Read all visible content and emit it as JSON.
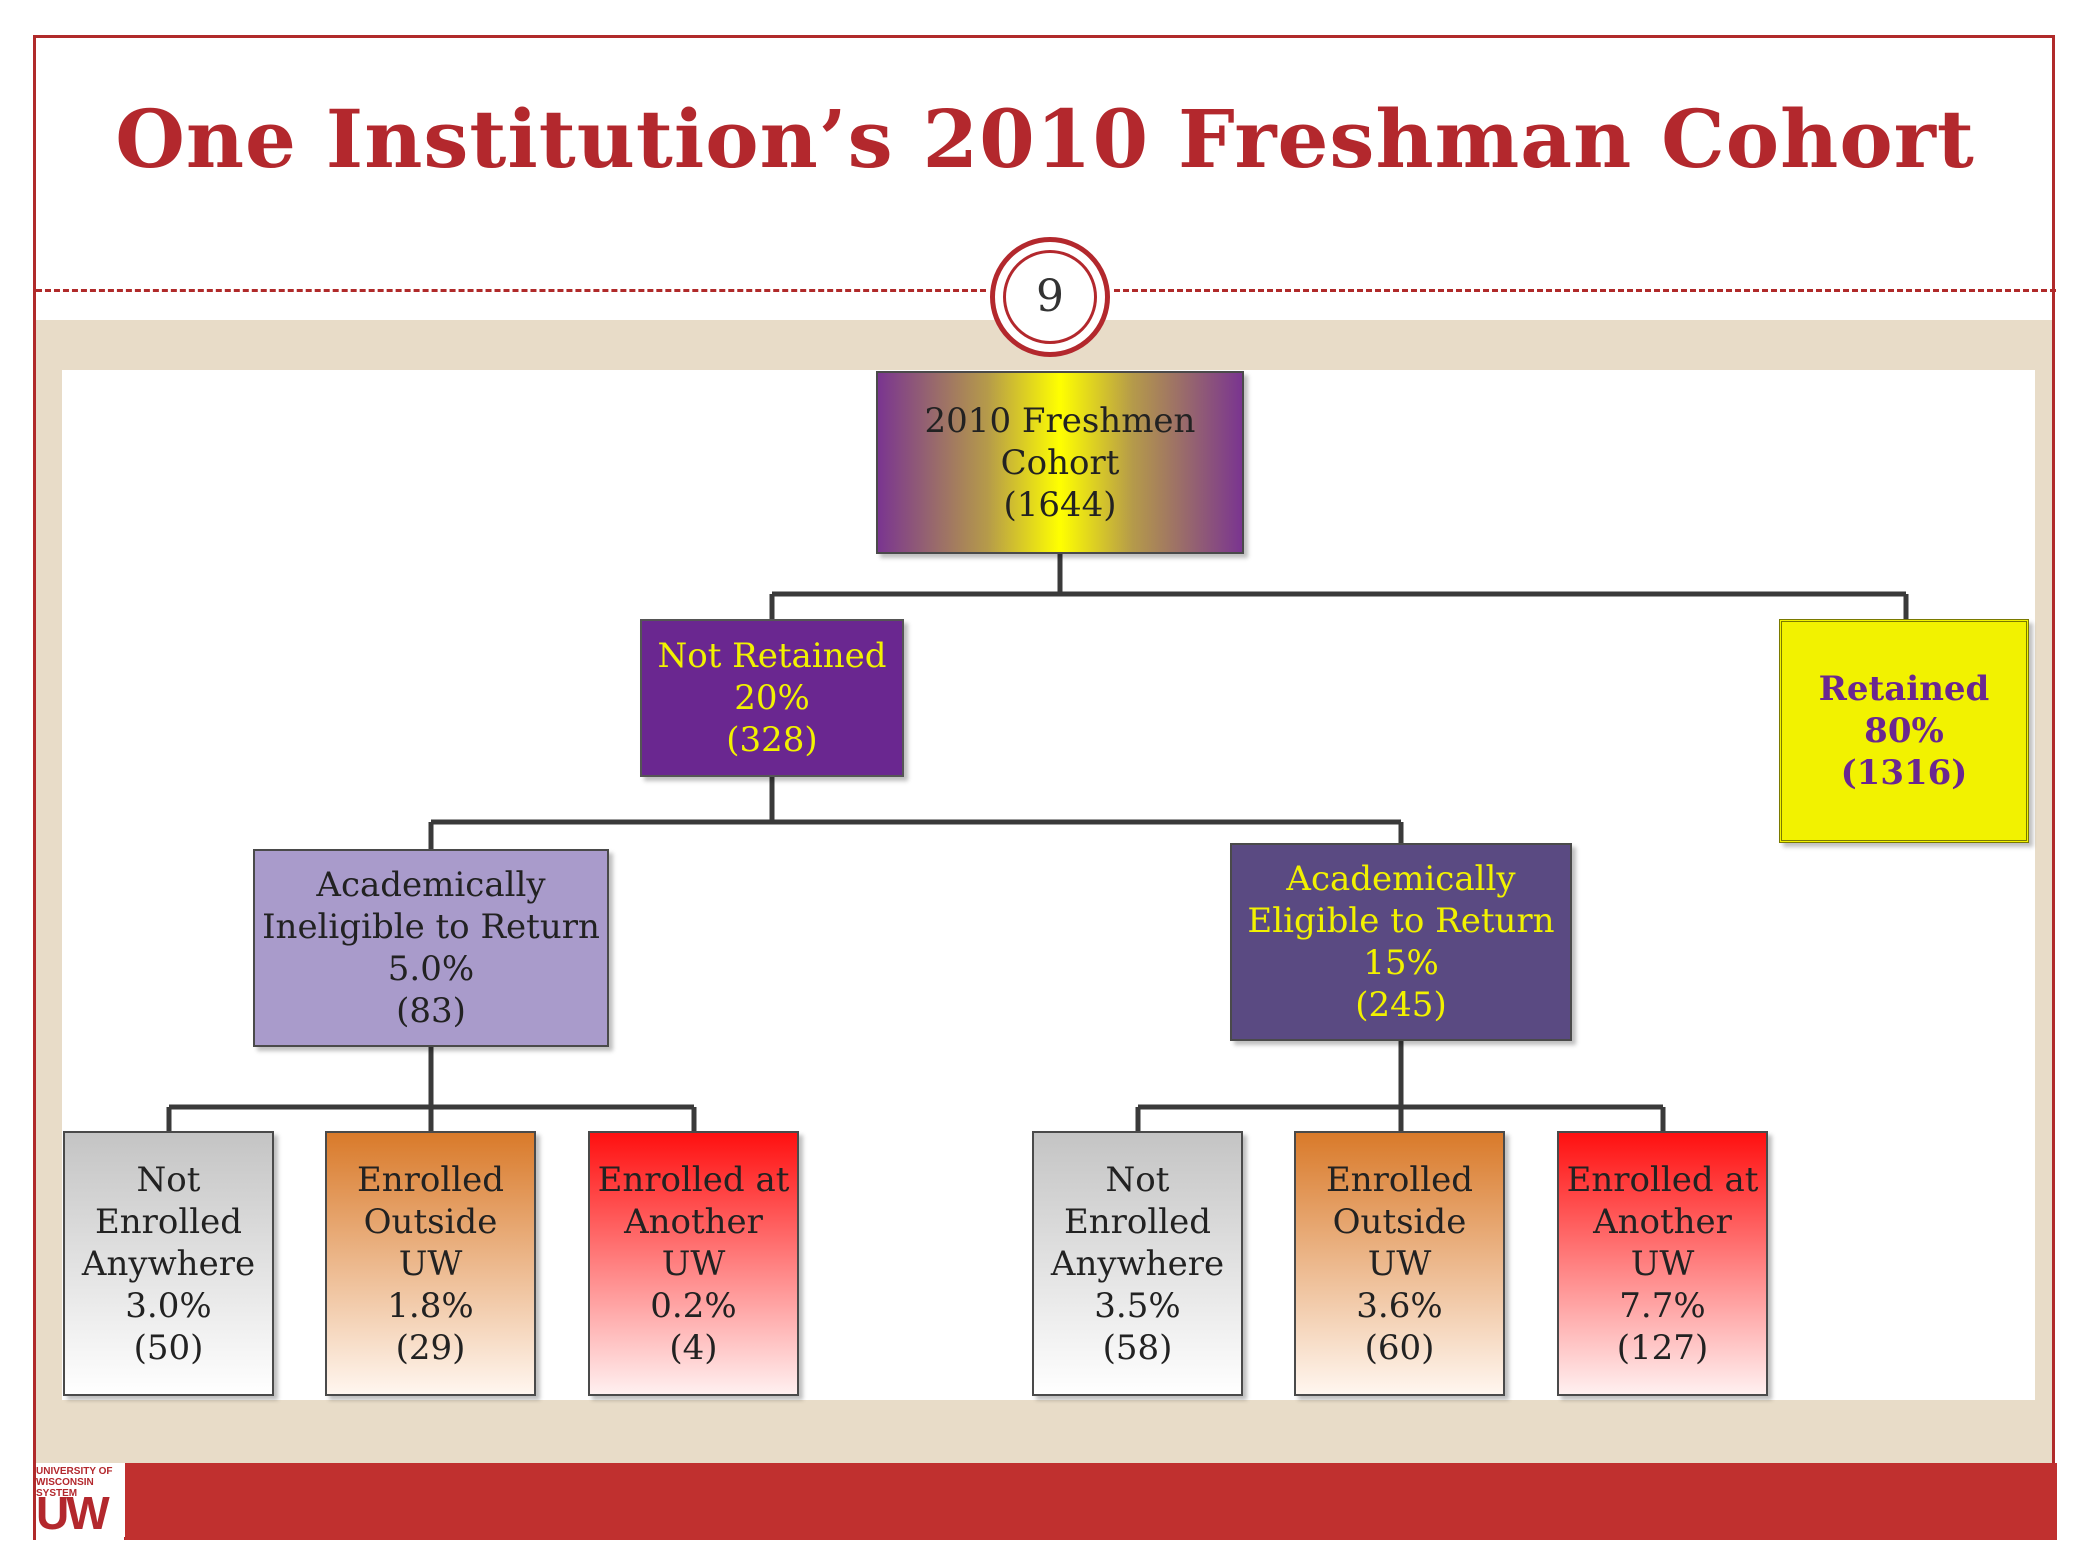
{
  "slide": {
    "title": "One Institution’s 2010 Freshman Cohort",
    "page_number": "9"
  },
  "logo": {
    "text_line1": "UNIVERSITY OF",
    "text_line2": "WISCONSIN SYSTEM",
    "mark": "UW"
  },
  "tree": {
    "root": {
      "line1": "2010 Freshmen",
      "line2": "Cohort",
      "line3": "(1644)"
    },
    "not_retained": {
      "line1": "Not Retained",
      "line2": "20%",
      "line3": "(328)"
    },
    "retained": {
      "line1": "Retained",
      "line2": "80%",
      "line3": "(1316)"
    },
    "ineligible": {
      "line1": "Academically",
      "line2": "Ineligible to Return",
      "line3": "5.0%",
      "line4": "(83)"
    },
    "eligible": {
      "line1": "Academically",
      "line2": "Eligible to Return",
      "line3": "15%",
      "line4": "(245)"
    },
    "ineligible_leaves": [
      {
        "line1": "Not Enrolled",
        "line2": "Anywhere",
        "line3": "3.0%",
        "line4": "(50)"
      },
      {
        "line1": "Enrolled",
        "line2": "Outside UW",
        "line3": "1.8%",
        "line4": "(29)"
      },
      {
        "line1": "Enrolled at",
        "line2": "Another UW",
        "line3": "0.2%",
        "line4": "(4)"
      }
    ],
    "eligible_leaves": [
      {
        "line1": "Not Enrolled",
        "line2": "Anywhere",
        "line3": "3.5%",
        "line4": "(58)"
      },
      {
        "line1": "Enrolled",
        "line2": "Outside UW",
        "line3": "3.6%",
        "line4": "(60)"
      },
      {
        "line1": "Enrolled at",
        "line2": "Another UW",
        "line3": "7.7%",
        "line4": "(127)"
      }
    ]
  }
}
